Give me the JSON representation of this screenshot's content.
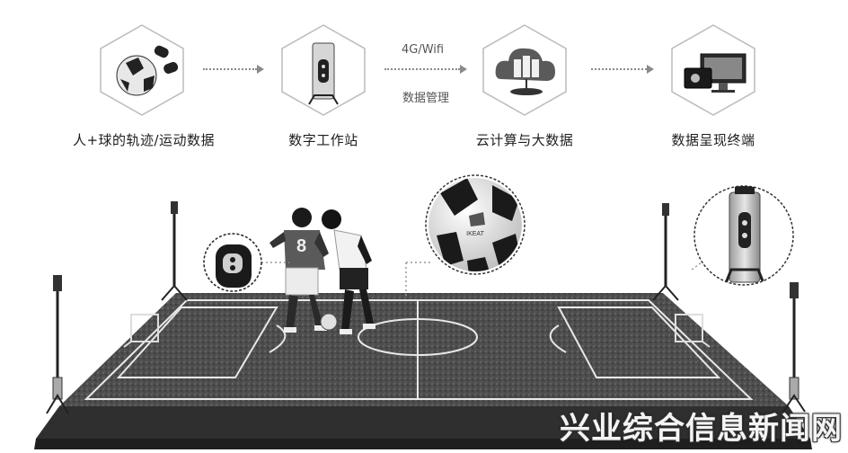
{
  "steps": [
    {
      "label": "人+球的轨迹/运动数据",
      "icon": "ball-and-trackers-icon"
    },
    {
      "label": "数字工作站",
      "icon": "workstation-tower-icon"
    },
    {
      "label": "云计算与大数据",
      "icon": "cloud-server-icon"
    },
    {
      "label": "数据呈现终端",
      "icon": "display-terminals-icon"
    }
  ],
  "connector": {
    "top_text": "4G/Wifi",
    "bottom_text": "数据管理"
  },
  "scene": {
    "player_number": "8",
    "ball_brand": "IKEAT"
  },
  "watermark": "兴业综合信息新闻网",
  "colors": {
    "line": "#8a8a8a",
    "turf": "#4a4a4a",
    "field_lines": "#e8e8e8"
  }
}
